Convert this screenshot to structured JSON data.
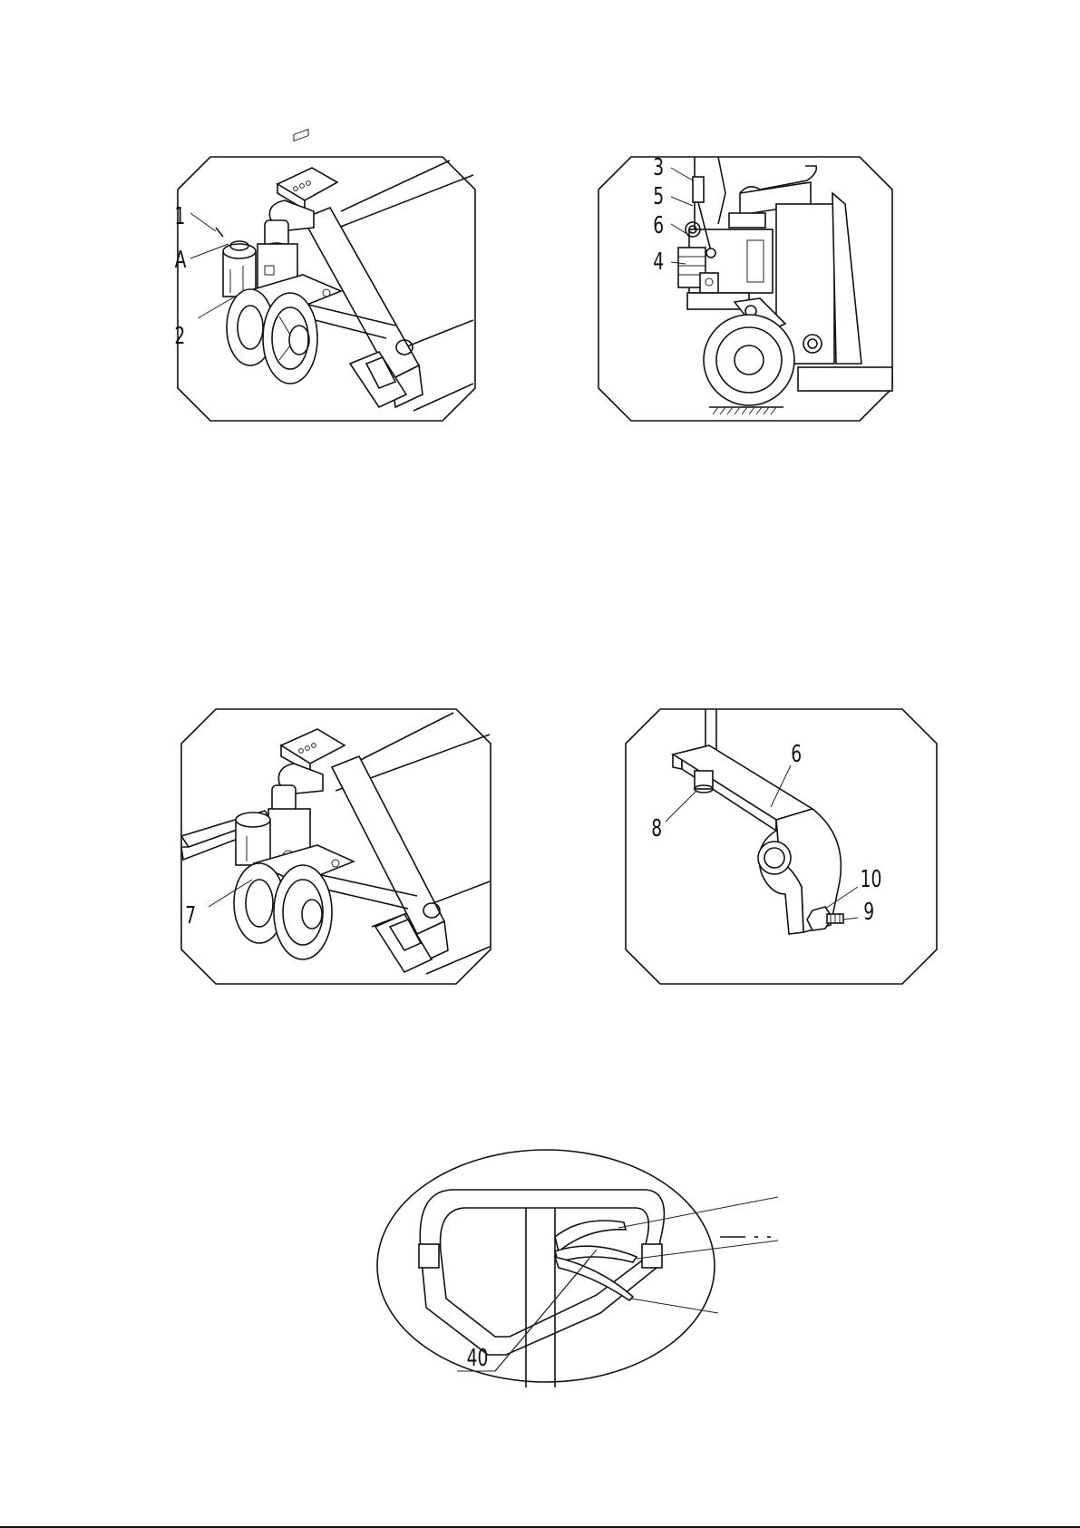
{
  "figures": [
    {
      "id": "fig-top-left",
      "callouts": [
        {
          "text": "1"
        },
        {
          "text": "A"
        },
        {
          "text": "2"
        }
      ],
      "icons": [
        "hand-pallet-truck-pump-drawing"
      ]
    },
    {
      "id": "fig-top-right",
      "callouts": [
        {
          "text": "3"
        },
        {
          "text": "5"
        },
        {
          "text": "6"
        },
        {
          "text": "4"
        }
      ],
      "icons": [
        "pump-side-view-drawing"
      ]
    },
    {
      "id": "fig-middle-left",
      "callouts": [
        {
          "text": "7"
        }
      ],
      "icons": [
        "hand-pallet-truck-pump-with-handle-drawing"
      ]
    },
    {
      "id": "fig-middle-right",
      "callouts": [
        {
          "text": "6"
        },
        {
          "text": "8"
        },
        {
          "text": "10"
        },
        {
          "text": "9"
        }
      ],
      "icons": [
        "lever-bracket-drawing"
      ]
    },
    {
      "id": "fig-bottom-center",
      "callouts": [
        {
          "text": "40"
        }
      ],
      "icons": [
        "handle-control-lever-drawing"
      ]
    }
  ]
}
